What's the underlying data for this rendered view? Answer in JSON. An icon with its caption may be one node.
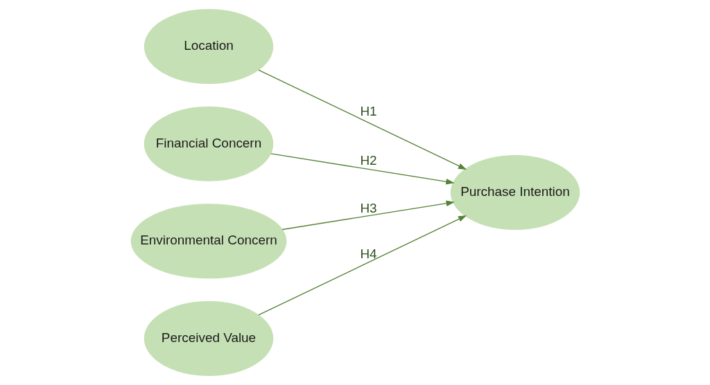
{
  "diagram": {
    "nodes": [
      {
        "text": [
          "Location"
        ]
      },
      {
        "text": [
          "Financial Concern"
        ]
      },
      {
        "text": [
          "Environmental Concern"
        ]
      },
      {
        "text": [
          "Perceived Value"
        ]
      },
      {
        "text": [
          "Purchase Intention"
        ]
      }
    ],
    "edges": [
      {
        "from": 0,
        "to": 4,
        "arrow": "to",
        "label": "H1"
      },
      {
        "from": 1,
        "to": 4,
        "arrow": "to",
        "label": "H2"
      },
      {
        "from": 2,
        "to": 4,
        "arrow": "to",
        "label": "H3"
      },
      {
        "from": 3,
        "to": 4,
        "arrow": "to",
        "label": "H4"
      }
    ]
  }
}
